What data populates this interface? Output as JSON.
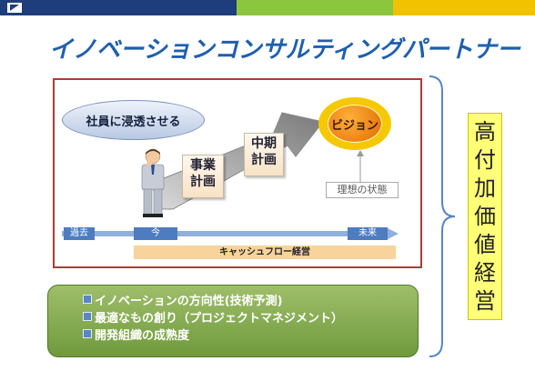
{
  "title": "イノベーションコンサルティングパートナー",
  "diagram": {
    "oval_label": "社員に浸透させる",
    "vision_label": "ビジョン",
    "ideal_label": "理想の状態",
    "box1_line1": "事業",
    "box1_line2": "計画",
    "box2_line1": "中期",
    "box2_line2": "計画",
    "timeline": {
      "past": "過去",
      "now": "今",
      "future": "未来"
    },
    "cash_label": "キャッシュフロー経営"
  },
  "side_label": [
    "高",
    "付",
    "加",
    "価",
    "値",
    "経",
    "営"
  ],
  "bullets": [
    "イノベーションの方向性(技術予測)",
    "最適なもの創り（プロジェクトマネジメント）",
    "開発組織の成熟度"
  ],
  "colors": {
    "title": "#1f5fae",
    "bar_navy": "#1f3d7a",
    "bar_green": "#8cc63f",
    "bar_yellow": "#f2c200",
    "panel_border": "#b33a3a",
    "green_box": "#7fa64a",
    "side_label_bg": "#ffff78"
  }
}
